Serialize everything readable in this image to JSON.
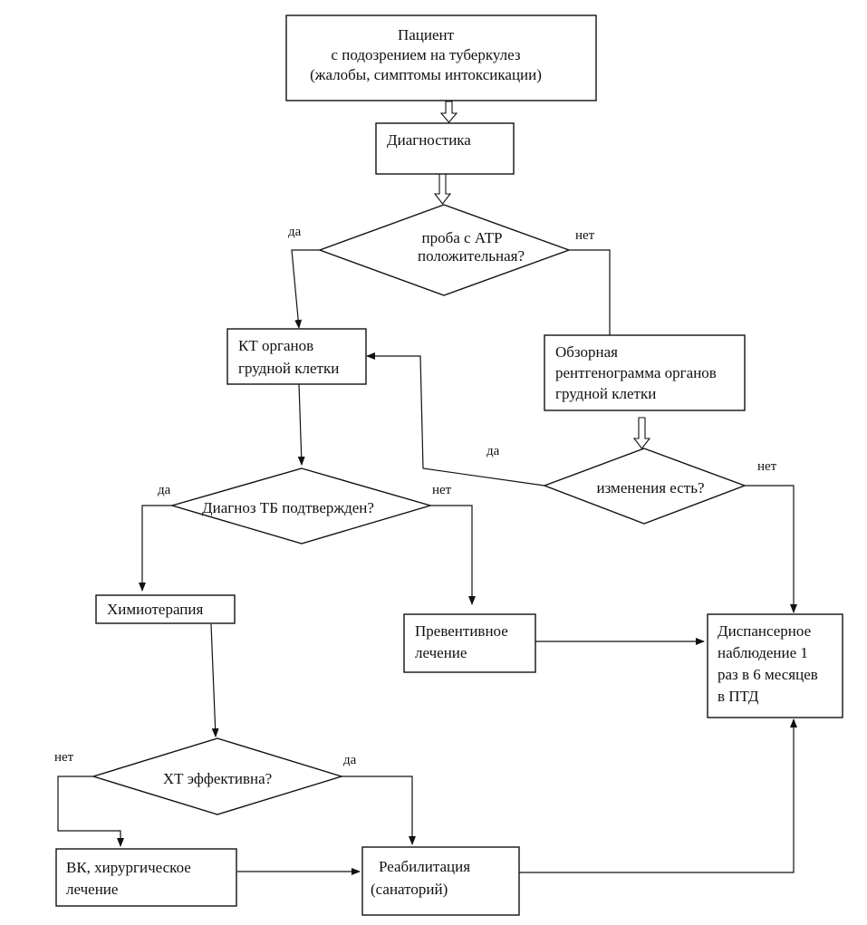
{
  "nodes": {
    "patient": {
      "line1": "Пациент",
      "line2": "с подозрением на туберкулез",
      "line3": "(жалобы, симптомы интоксикации)"
    },
    "diagnostics": {
      "line1": "Диагностика"
    },
    "atr_test": {
      "line1": "проба с АТР",
      "line2": "положительная?"
    },
    "ct_chest": {
      "line1": "КТ органов",
      "line2": "грудной клетки"
    },
    "xray": {
      "line1": "Обзорная",
      "line2": "рентгенограмма органов",
      "line3": "грудной клетки"
    },
    "changes": {
      "line1": "изменения есть?"
    },
    "tb_confirmed": {
      "line1": "Диагноз ТБ подтвержден?"
    },
    "chemo": {
      "line1": "Химиотерапия"
    },
    "preventive": {
      "line1": "Превентивное",
      "line2": "лечение"
    },
    "dispensary": {
      "line1": "Диспансерное",
      "line2": "наблюдение 1",
      "line3": "раз в 6 месяцев",
      "line4": "в ПТД"
    },
    "chemo_effective": {
      "line1": "ХТ эффективна?"
    },
    "surgery": {
      "line1": "ВК, хирургическое",
      "line2": "лечение"
    },
    "rehab": {
      "line1": "Реабилитация",
      "line2": "(санаторий)"
    }
  },
  "branch_labels": {
    "atr_yes": "да",
    "atr_no": "нет",
    "changes_yes": "да",
    "changes_no": "нет",
    "tb_yes": "да",
    "tb_no": "нет",
    "chemo_no": "нет",
    "chemo_yes": "да"
  }
}
